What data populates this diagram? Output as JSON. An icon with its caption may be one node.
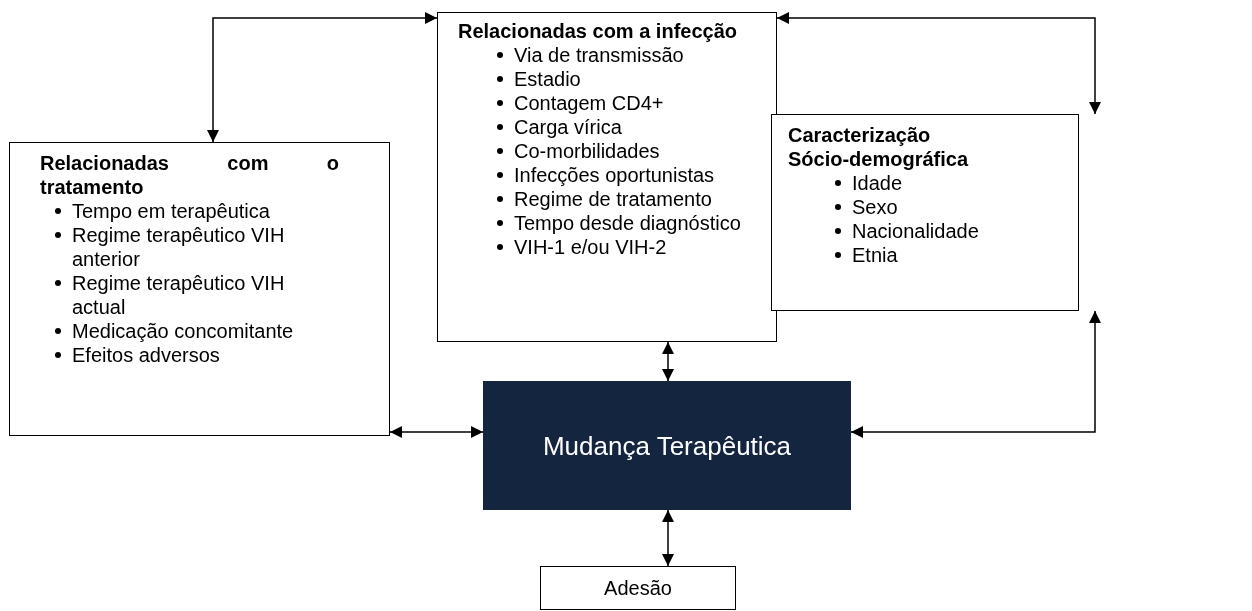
{
  "diagram": {
    "nodes": [
      {
        "text": [
          "Relacionadas com a infecção",
          "Via de transmissão",
          "Estadio",
          "Contagem  CD4+",
          "Carga vírica",
          "Co-morbilidades",
          "Infecções oportunistas",
          "Regime de tratamento",
          "Tempo desde diagnóstico",
          "VIH-1 e/ou VIH-2"
        ]
      },
      {
        "text": [
          "Relacionadas com o tratamento",
          "Tempo em terapêutica",
          "Regime terapêutico VIH anterior",
          "Regime terapêutico VIH actual",
          "Medicação concomitante",
          "Efeitos adversos"
        ]
      },
      {
        "text": [
          "Caracterização Sócio-demográfica",
          "Idade",
          "Sexo",
          "Nacionalidade",
          "Etnia"
        ]
      },
      {
        "text": [
          "Mudança Terapêutica"
        ]
      },
      {
        "text": [
          "Adesão"
        ]
      }
    ],
    "edges": [
      {
        "from": 0,
        "to": 1,
        "arrow": "both"
      },
      {
        "from": 0,
        "to": 2,
        "arrow": "both"
      },
      {
        "from": 0,
        "to": 3,
        "arrow": "both"
      },
      {
        "from": 1,
        "to": 3,
        "arrow": "both"
      },
      {
        "from": 2,
        "to": 3,
        "arrow": "both"
      },
      {
        "from": 3,
        "to": 4,
        "arrow": "both"
      }
    ]
  }
}
